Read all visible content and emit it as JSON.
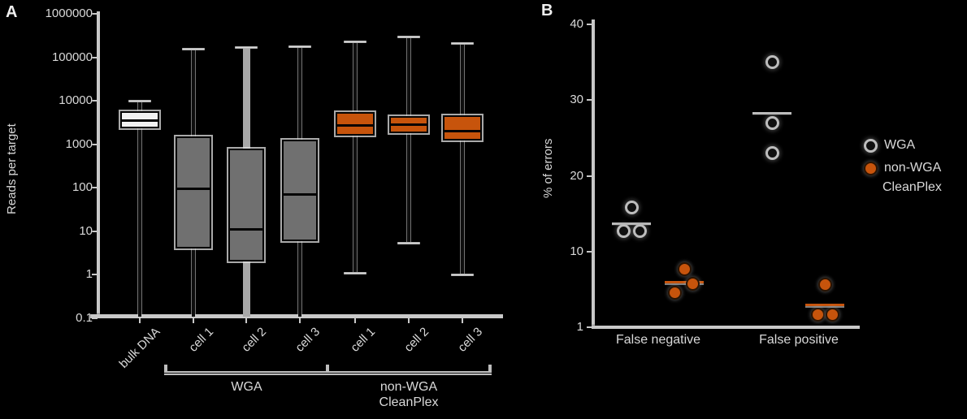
{
  "panel_a": {
    "label": "A",
    "y_axis_title": "Reads per target"
  },
  "panel_b": {
    "label": "B",
    "y_axis_title": "% of errors"
  },
  "colors": {
    "background": "#000000",
    "axis": "#c9c9c9",
    "text": "#d9d9d9",
    "box_white_fill": "#f2f2f2",
    "box_gray_fill": "#707070",
    "accent_orange": "#c7540c",
    "open_marker_ring": "#bdbdbd",
    "mean_bar_gray": "#bcbcbc"
  },
  "chart_data": [
    {
      "type": "box",
      "panel": "A",
      "ylabel": "Reads per target",
      "yscale": "log",
      "ylim": [
        0.1,
        1000000
      ],
      "y_tick_labels": [
        "1000000",
        "100000",
        "10000",
        "1000",
        "100",
        "10",
        "1",
        "0.1"
      ],
      "y_tick_values": [
        1000000,
        100000,
        10000,
        1000,
        100,
        10,
        1,
        0.1
      ],
      "categories": [
        "bulk DNA",
        "cell 1",
        "cell 2",
        "cell 3",
        "cell 1",
        "cell 2",
        "cell 3"
      ],
      "boxes": [
        {
          "category": "bulk DNA",
          "group": "",
          "style": "white",
          "whisker_low": 0.1,
          "q1": 2300,
          "median": 3800,
          "q3": 5800,
          "whisker_high": 10000,
          "lower_cap": false
        },
        {
          "category": "cell 1",
          "group": "WGA",
          "style": "gray",
          "whisker_low": 0.1,
          "q1": 4,
          "median": 100,
          "q3": 1500,
          "whisker_high": 160000,
          "lower_cap": false
        },
        {
          "category": "cell 2",
          "group": "WGA",
          "style": "gray",
          "whisker_low": 0.1,
          "q1": 2,
          "median": 12,
          "q3": 800,
          "whisker_high": 170000,
          "lower_cap": false
        },
        {
          "category": "cell 3",
          "group": "WGA",
          "style": "gray",
          "whisker_low": 0.1,
          "q1": 6,
          "median": 75,
          "q3": 1300,
          "whisker_high": 180000,
          "lower_cap": false
        },
        {
          "category": "cell 1",
          "group": "non-WGA CleanPlex",
          "style": "orange",
          "whisker_low": 1.1,
          "q1": 1600,
          "median": 2900,
          "q3": 5500,
          "whisker_high": 230000,
          "lower_cap": true
        },
        {
          "category": "cell 2",
          "group": "non-WGA CleanPlex",
          "style": "orange",
          "whisker_low": 5.5,
          "q1": 1800,
          "median": 3000,
          "q3": 4400,
          "whisker_high": 300000,
          "lower_cap": true
        },
        {
          "category": "cell 3",
          "group": "non-WGA CleanPlex",
          "style": "orange",
          "whisker_low": 1.0,
          "q1": 1200,
          "median": 2100,
          "q3": 4600,
          "whisker_high": 210000,
          "lower_cap": true
        }
      ],
      "group_brackets": [
        {
          "label_lines": [
            "WGA"
          ],
          "from_index": 1,
          "to_index": 3
        },
        {
          "label_lines": [
            "non-WGA",
            "CleanPlex"
          ],
          "from_index": 4,
          "to_index": 6
        }
      ]
    },
    {
      "type": "scatter",
      "panel": "B",
      "ylabel": "% of errors",
      "y_tick_labels": [
        "40",
        "30",
        "20",
        "10",
        "1"
      ],
      "y_tick_values": [
        40,
        30,
        20,
        10,
        1
      ],
      "categories": [
        "False negative",
        "False positive"
      ],
      "series": [
        {
          "name": "WGA",
          "marker": "open-circle",
          "points": {
            "False negative": [
              15.8,
              12.7,
              12.7
            ],
            "False positive": [
              35,
              27,
              23
            ]
          },
          "means": {
            "False negative": 13.7,
            "False positive": 28.3
          }
        },
        {
          "name": "non-WGA CleanPlex",
          "marker": "orange-circle",
          "points": {
            "False negative": [
              7.9,
              6.2,
              5.1
            ],
            "False positive": [
              6.1,
              2.5,
              2.5
            ]
          },
          "means": {
            "False negative": 6.4,
            "False positive": 3.7
          }
        }
      ],
      "legend": {
        "position": "right",
        "entries": [
          {
            "marker": "open-circle",
            "label_lines": [
              "WGA"
            ]
          },
          {
            "marker": "orange-circle",
            "label_lines": [
              "non-WGA",
              "CleanPlex"
            ]
          }
        ]
      }
    }
  ]
}
